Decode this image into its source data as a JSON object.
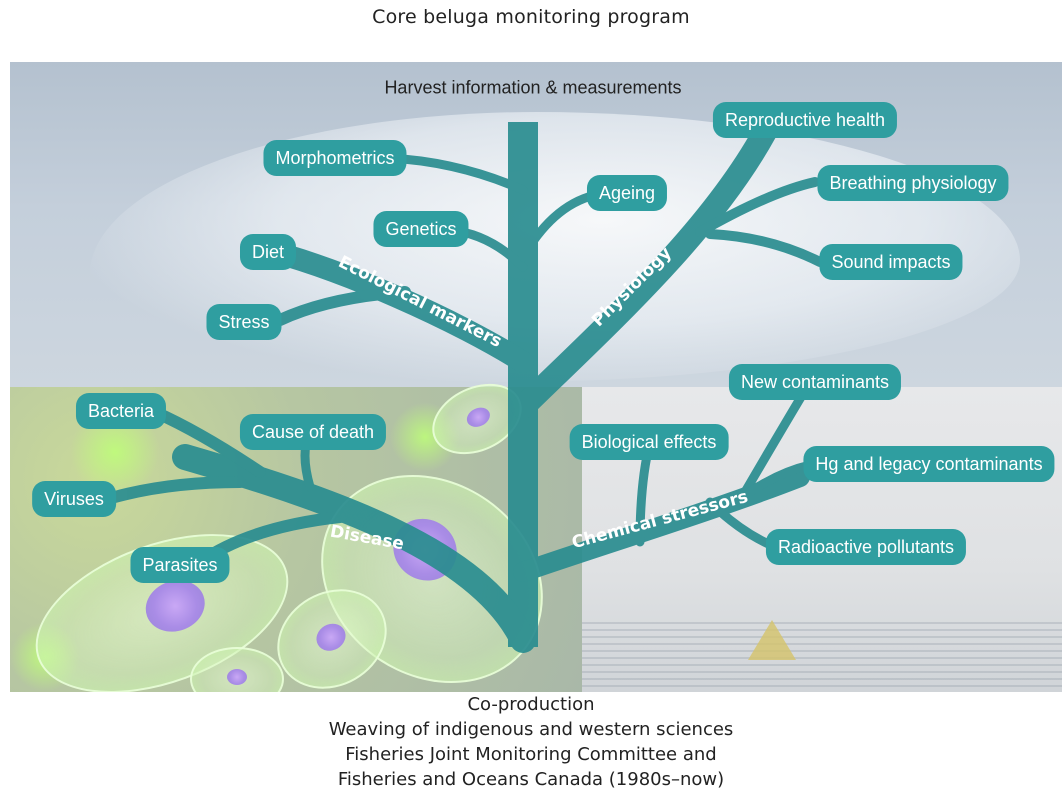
{
  "title": "Core beluga monitoring program",
  "trunk_label": "Harvest information & measurements",
  "branches": {
    "ecological": "Ecological markers",
    "physiology": "Physiology",
    "disease": "Disease",
    "chemical": "Chemical stressors"
  },
  "leaves": {
    "morphometrics": "Morphometrics",
    "genetics": "Genetics",
    "diet": "Diet",
    "stress": "Stress",
    "ageing": "Ageing",
    "reproductive_health": "Reproductive health",
    "breathing_physiology": "Breathing physiology",
    "sound_impacts": "Sound impacts",
    "bacteria": "Bacteria",
    "cause_of_death": "Cause of death",
    "viruses": "Viruses",
    "parasites": "Parasites",
    "new_contaminants": "New contaminants",
    "biological_effects": "Biological effects",
    "hg_legacy": "Hg and legacy contaminants",
    "radioactive": "Radioactive pollutants"
  },
  "footer": [
    "Co-production",
    "Weaving of indigenous and western sciences",
    "Fisheries Joint Monitoring Committee and",
    "Fisheries and Oceans Canada (1980s–now)"
  ],
  "colors": {
    "branch": "#2a8d90",
    "label": "#2f9ea0"
  }
}
